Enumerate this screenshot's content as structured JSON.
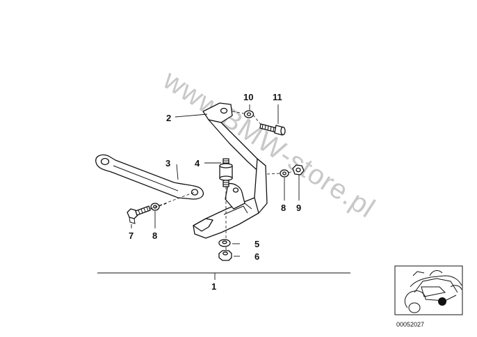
{
  "watermark": "www.BMW-store.pl",
  "thumbnail_code": "00052027",
  "callouts": [
    {
      "id": "c1",
      "text": "1"
    },
    {
      "id": "c2",
      "text": "2"
    },
    {
      "id": "c3",
      "text": "3"
    },
    {
      "id": "c4",
      "text": "4"
    },
    {
      "id": "c5",
      "text": "5"
    },
    {
      "id": "c6",
      "text": "6"
    },
    {
      "id": "c7",
      "text": "7"
    },
    {
      "id": "c8a",
      "text": "8"
    },
    {
      "id": "c8b",
      "text": "8"
    },
    {
      "id": "c9",
      "text": "9"
    },
    {
      "id": "c10",
      "text": "10"
    },
    {
      "id": "c11",
      "text": "11"
    }
  ]
}
